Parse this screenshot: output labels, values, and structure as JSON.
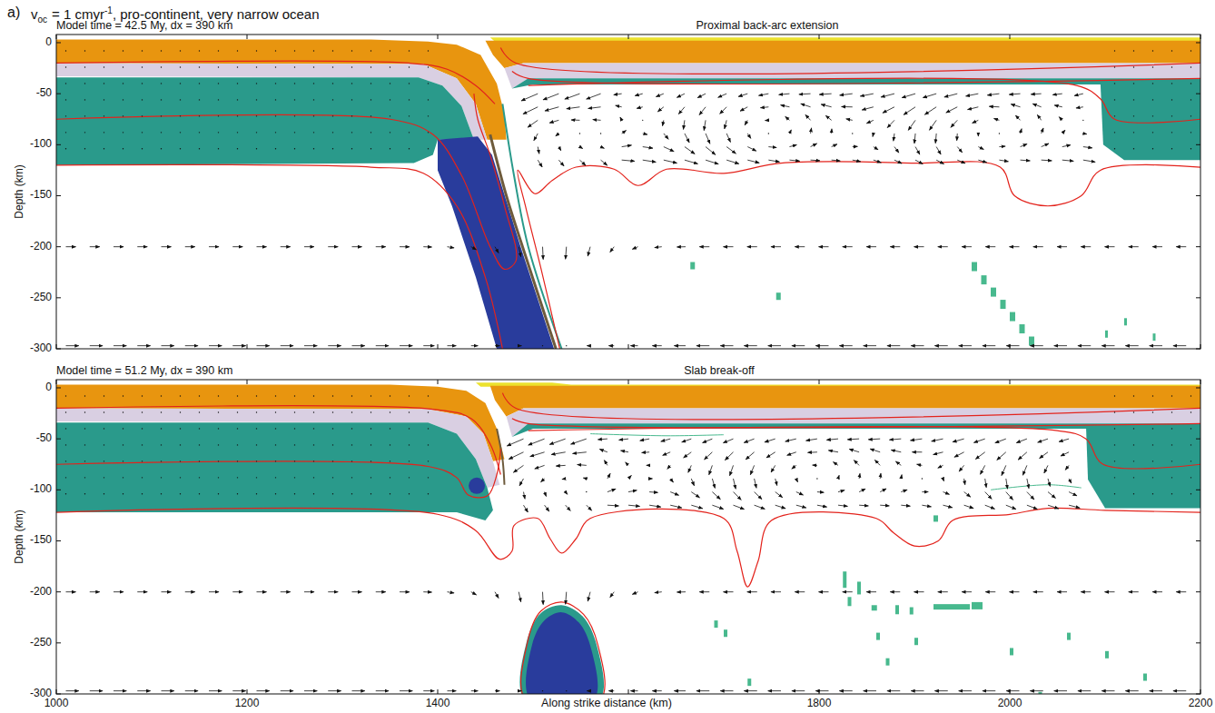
{
  "diagram": {
    "labels": [
      "a)",
      "v",
      "oc",
      "= 1 cmyr",
      "-1",
      ", pro-continent, very narrow ocean",
      "Model time = 42.5 My, dx = 390 km",
      "Proximal back-arc extension",
      "Depth (km)",
      "0",
      "-50",
      "-100",
      "-150",
      "-200",
      "-250",
      "-300",
      "Model time = 51.2 My, dx = 390 km",
      "Slab break-off",
      "Depth (km)",
      "0",
      "-50",
      "-100",
      "-150",
      "-200",
      "-250",
      "-300",
      "1000",
      "1200",
      "1400",
      "1800",
      "2000",
      "2200",
      "Along strike distance (km)"
    ]
  }
}
